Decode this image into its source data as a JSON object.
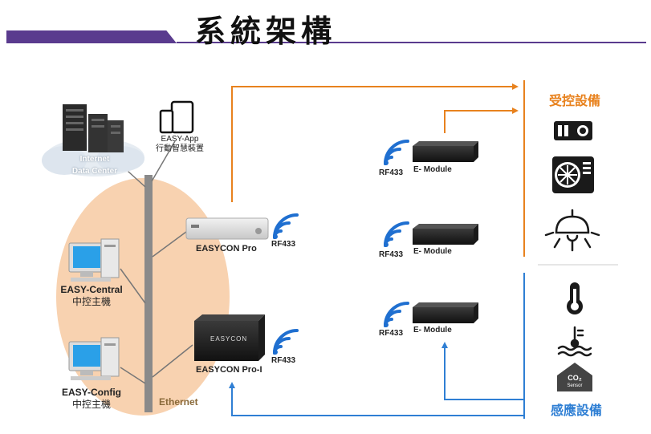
{
  "title": "系統架構",
  "cloud": {
    "line1": "Internet",
    "line2": "Data Center"
  },
  "app": {
    "line1": "EASY-App",
    "line2": "行動智慧裝置"
  },
  "central": {
    "line1": "EASY-Central",
    "line2": "中控主機"
  },
  "config": {
    "line1": "EASY-Config",
    "line2": "中控主機"
  },
  "network_label": "Ethernet",
  "easycon_pro": {
    "label": "EASYCON Pro",
    "rf": "RF433"
  },
  "easycon_pro_i": {
    "label": "EASYCON Pro-I",
    "rf": "RF433",
    "device_text": "EASYCON"
  },
  "emodules": [
    {
      "label": "E- Module",
      "rf": "RF433"
    },
    {
      "label": "E- Module",
      "rf": "RF433"
    },
    {
      "label": "E- Module",
      "rf": "RF433"
    }
  ],
  "controlled_title": "受控設備",
  "sensing_title": "感應設備",
  "co2": {
    "line1": "CO₂",
    "line2": "Sensor"
  },
  "colors": {
    "orange": "#e8821e",
    "blue": "#2f7fd4",
    "purple": "#5a3b8e",
    "ellipse": "#f8d2b0",
    "pole": "#8a8a8a"
  },
  "icons": {
    "controlled": [
      "projector-icon",
      "air-conditioner-icon",
      "ceiling-lamp-icon"
    ],
    "sensing": [
      "thermometer-icon",
      "water-temperature-icon",
      "co2-sensor-icon"
    ]
  }
}
